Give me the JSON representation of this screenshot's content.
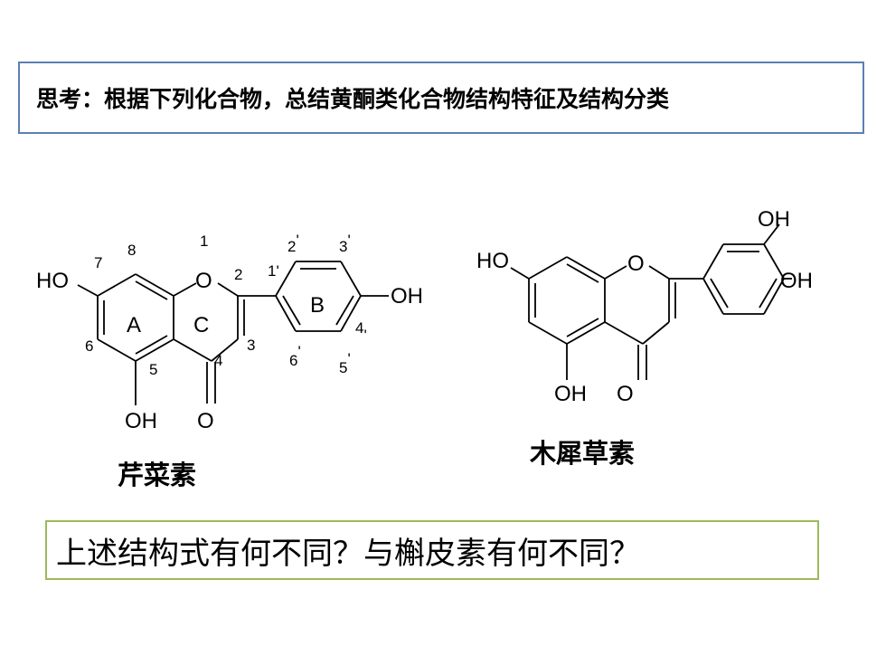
{
  "header": {
    "title": "思考：根据下列化合物，总结黄酮类化合物结构特征及结构分类"
  },
  "compound1": {
    "name": "芹菜素",
    "atoms": {
      "ho7": "HO",
      "o1": "O",
      "oh4p": "OH",
      "oh5": "OH",
      "o4": "O"
    },
    "rings": {
      "a": "A",
      "c": "C",
      "b": "B"
    },
    "positions": {
      "n1": "1",
      "n2": "2",
      "n3": "3",
      "n4": "4",
      "n5": "5",
      "n6": "6",
      "n7": "7",
      "n8": "8",
      "n1p": "1",
      "n2p": "2",
      "n3p": "3",
      "n4p": "4",
      "n5p": "5",
      "n6p": "6",
      "prime": "'"
    }
  },
  "compound2": {
    "name": "木犀草素",
    "atoms": {
      "ho7": "HO",
      "o1": "O",
      "oh3p": "OH",
      "oh4p": "OH",
      "oh5": "OH",
      "o4": "O"
    }
  },
  "question": {
    "text": "上述结构式有何不同？与槲皮素有何不同？"
  }
}
